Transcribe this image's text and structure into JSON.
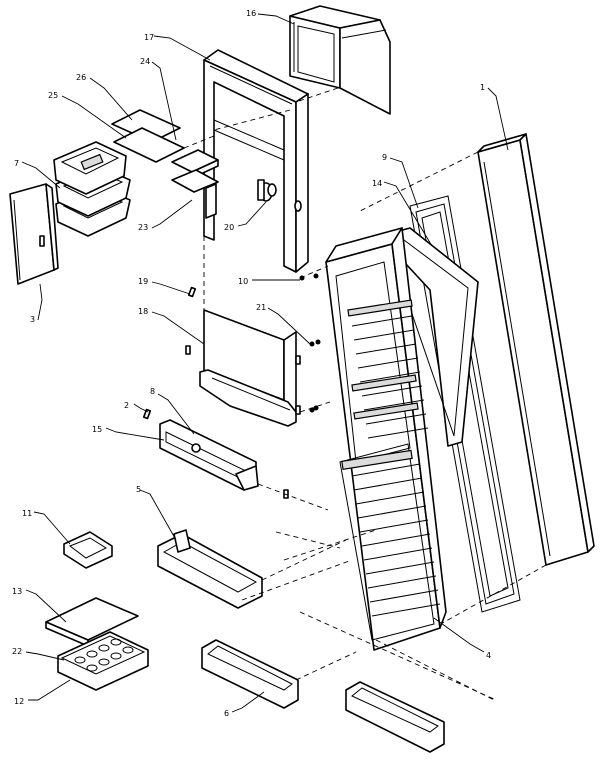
{
  "diagram": {
    "callouts": [
      {
        "id": "c1",
        "text": "1"
      },
      {
        "id": "c2",
        "text": "2"
      },
      {
        "id": "c3",
        "text": "3"
      },
      {
        "id": "c4",
        "text": "4"
      },
      {
        "id": "c5",
        "text": "5"
      },
      {
        "id": "c6",
        "text": "6"
      },
      {
        "id": "c7",
        "text": "7"
      },
      {
        "id": "c8",
        "text": "8"
      },
      {
        "id": "c9",
        "text": "9"
      },
      {
        "id": "c10",
        "text": "10"
      },
      {
        "id": "c11",
        "text": "11"
      },
      {
        "id": "c12",
        "text": "12"
      },
      {
        "id": "c13",
        "text": "13"
      },
      {
        "id": "c14",
        "text": "14"
      },
      {
        "id": "c15",
        "text": "15"
      },
      {
        "id": "c16",
        "text": "16"
      },
      {
        "id": "c17",
        "text": "17"
      },
      {
        "id": "c18",
        "text": "18"
      },
      {
        "id": "c19",
        "text": "19"
      },
      {
        "id": "c20",
        "text": "20"
      },
      {
        "id": "c21",
        "text": "21"
      },
      {
        "id": "c22",
        "text": "22"
      },
      {
        "id": "c23",
        "text": "23"
      },
      {
        "id": "c24",
        "text": "24"
      },
      {
        "id": "c25",
        "text": "25"
      },
      {
        "id": "c26",
        "text": "26"
      }
    ]
  }
}
